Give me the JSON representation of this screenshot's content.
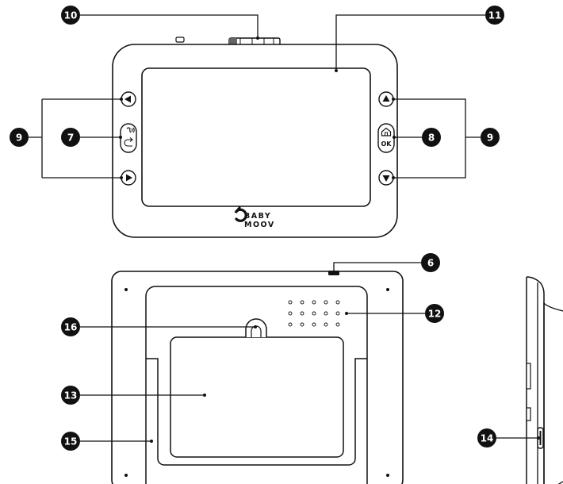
{
  "callouts": {
    "c10": "10",
    "c11": "11",
    "c9_left": "9",
    "c7": "7",
    "c8": "8",
    "c9_right": "9",
    "c6": "6",
    "c12": "12",
    "c16": "16",
    "c13": "13",
    "c15": "15",
    "c14": "14"
  },
  "logo": {
    "line1": "BABY",
    "line2": "MOOV"
  },
  "ok_label": "OK",
  "colors": {
    "ink": "#111111",
    "badge": "#111111",
    "badge_text": "#ffffff",
    "background": "#ffffff"
  },
  "icons": [
    "arrow-left-icon",
    "arrow-right-icon",
    "arrow-up-icon",
    "arrow-down-icon",
    "talkback-icon",
    "home-ok-icon"
  ]
}
